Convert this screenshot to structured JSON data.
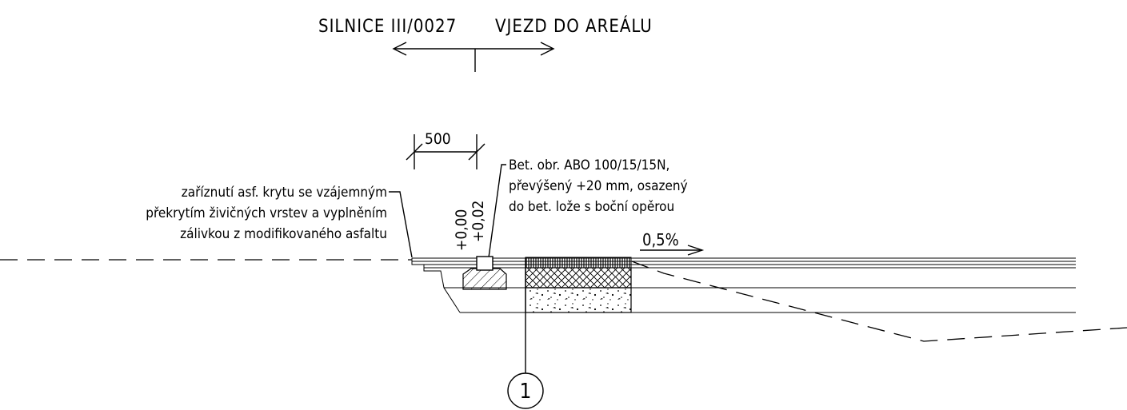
{
  "header": {
    "road_label": "SILNICE III/0027",
    "entry_label": "VJEZD DO AREÁLU"
  },
  "dimension": {
    "width_label": "500",
    "height_label_1": "+0,00",
    "height_label_2": "+0,02"
  },
  "notes": {
    "cut_note": [
      "zaříznutí asf. krytu se vzájemným",
      "překrytím živičných vrstev a vyplněním",
      "zálivkou z modifikovaného asfaltu"
    ],
    "curb_note": [
      "Bet. obr. ABO 100/15/15N,",
      "převýšený +20 mm, osazený",
      "do bet. lože s boční opěrou"
    ]
  },
  "slope": {
    "label": "0,5%"
  },
  "marker": {
    "label": "1"
  }
}
